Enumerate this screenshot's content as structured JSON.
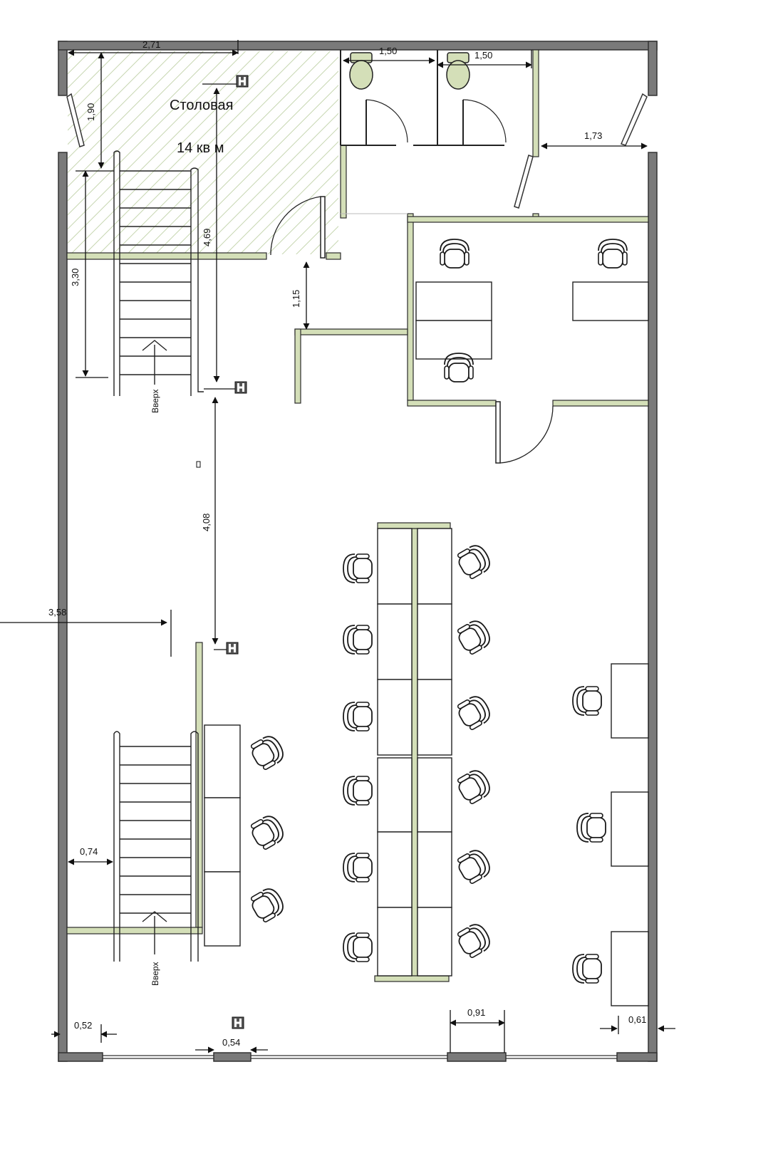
{
  "colors": {
    "wall": "#7a7a7a",
    "partition": "#d4dfb8",
    "partition_stroke": "#2b2b2b",
    "hatch": "#c6d6b0",
    "furniture": "#1a1a1a"
  },
  "dining_room": {
    "name": "Столовая",
    "area": "14 кв м"
  },
  "stairs": {
    "up_label_1": "Вверх",
    "up_label_2": "Вверх"
  },
  "marker_letter": "Н",
  "dimensions": {
    "d_2_71": "2,71",
    "d_1_90": "1,90",
    "d_1_50_a": "1,50",
    "d_1_50_b": "1,50",
    "d_1_73": "1,73",
    "d_4_69": "4,69",
    "d_3_30": "3,30",
    "d_1_15": "1,15",
    "d_4_08": "4,08",
    "d_3_58": "3,58",
    "d_0_74": "0,74",
    "d_0_52": "0,52",
    "d_0_54": "0,54",
    "d_0_91": "0,91",
    "d_0_61": "0,61"
  }
}
